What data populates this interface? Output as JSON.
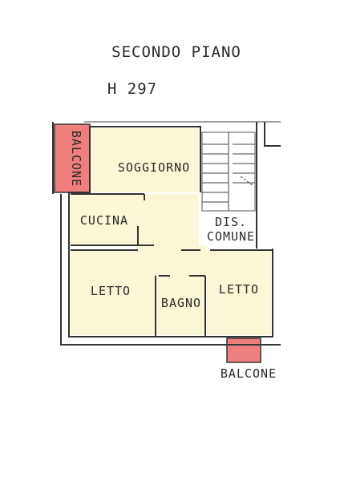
{
  "header": {
    "title": "SECONDO PIANO",
    "height": "H 297"
  },
  "rooms": {
    "balcone_left": "BALCONE",
    "soggiorno": "SOGGIORNO",
    "cucina": "CUCINA",
    "dis": "DIS.",
    "comune": "COMUNE",
    "letto_left": "LETTO",
    "bagno": "BAGNO",
    "letto_right": "LETTO",
    "balcone_bottom": "BALCONE"
  },
  "colors": {
    "room_fill": "#fbf6d6",
    "balcony_fill": "#ef7f7f",
    "wall": "#333333"
  }
}
